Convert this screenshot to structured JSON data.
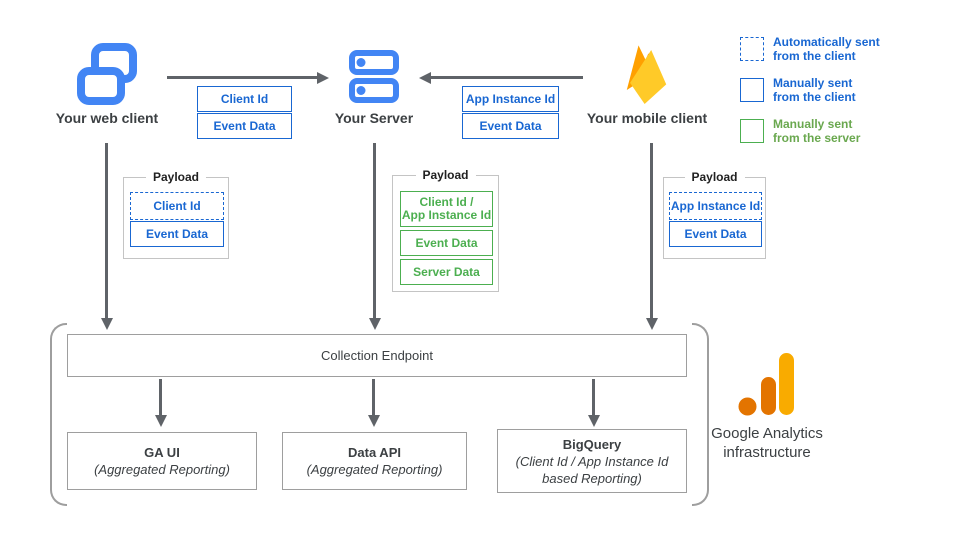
{
  "nodes": {
    "web_client": {
      "label": "Your web client",
      "icon": "web-client-icon"
    },
    "server": {
      "label": "Your Server",
      "icon": "server-icon"
    },
    "mobile_client": {
      "label": "Your mobile client",
      "icon": "firebase-icon"
    }
  },
  "flow_labels": {
    "web_to_server": {
      "item1": "Client Id",
      "item2": "Event Data"
    },
    "mobile_to_server": {
      "item1": "App Instance Id",
      "item2": "Event Data"
    }
  },
  "legend": {
    "items": [
      {
        "swatch": "dashed-blue",
        "text": "Automatically sent\nfrom the client"
      },
      {
        "swatch": "solid-blue",
        "text": "Manually sent\nfrom the client"
      },
      {
        "swatch": "solid-green",
        "text": "Manually sent\nfrom the server"
      }
    ]
  },
  "payloads": {
    "web": {
      "title": "Payload",
      "items": [
        {
          "label": "Client Id",
          "style": "dashed-blue"
        },
        {
          "label": "Event Data",
          "style": "solid-blue"
        }
      ]
    },
    "server": {
      "title": "Payload",
      "items": [
        {
          "label": "Client Id /\nApp Instance Id",
          "style": "solid-green"
        },
        {
          "label": "Event Data",
          "style": "solid-green"
        },
        {
          "label": "Server Data",
          "style": "solid-green"
        }
      ]
    },
    "mobile": {
      "title": "Payload",
      "items": [
        {
          "label": "App Instance Id",
          "style": "dashed-blue"
        },
        {
          "label": "Event Data",
          "style": "solid-blue"
        }
      ]
    }
  },
  "infrastructure": {
    "collection_endpoint_label": "Collection Endpoint",
    "outputs": [
      {
        "title": "GA UI",
        "subtitle": "(Aggregated Reporting)"
      },
      {
        "title": "Data API",
        "subtitle": "(Aggregated Reporting)"
      },
      {
        "title": "BigQuery",
        "subtitle": "(Client Id / App Instance Id\nbased Reporting)"
      }
    ],
    "caption": "Google Analytics\ninfrastructure"
  },
  "colors": {
    "label_blue": "#1967D2",
    "icon_blue": "#4285F4",
    "green": "#4CAF50",
    "arrow_gray": "#5F6368",
    "box_border_gray": "#9E9E9E",
    "payload_border_gray": "#C4C4C4",
    "text_dark": "#3C4043",
    "firebase_amber": "#FFA000",
    "firebase_orange": "#F57C00",
    "firebase_yellow": "#FFCA28",
    "ga_amber": "#F9AB00",
    "ga_orange": "#E37400"
  }
}
